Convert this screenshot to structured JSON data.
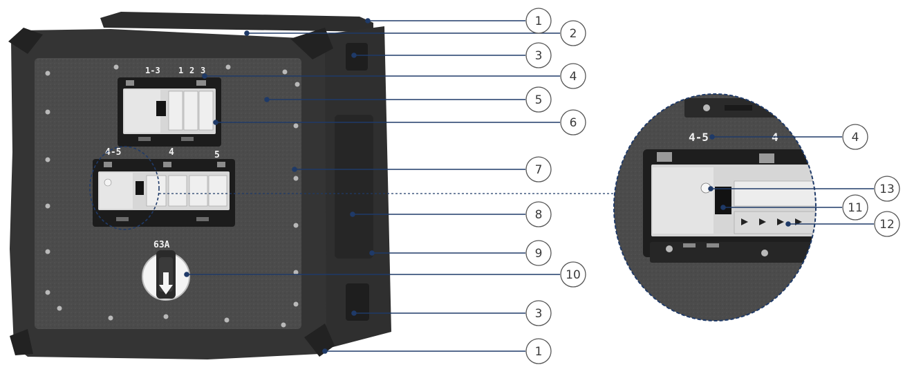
{
  "colors": {
    "leader": "#1f3a68",
    "callout_stroke": "#555555",
    "enclosure": "#3b3b3b",
    "panel": "#4a4a4a",
    "zoom_border": "#1f3a68"
  },
  "panel_labels": {
    "top_group": "1-3",
    "top_1": "1",
    "top_2": "2",
    "top_3": "3",
    "mid_group": "4-5",
    "mid_4": "4",
    "mid_5": "5",
    "rating": "63A"
  },
  "zoom_labels": {
    "group": "4-5",
    "circuit": "4"
  },
  "callouts": {
    "c1_top": "1",
    "c2": "2",
    "c3_top": "3",
    "c4": "4",
    "c5": "5",
    "c6": "6",
    "c7": "7",
    "c8": "8",
    "c9": "9",
    "c10": "10",
    "c3_bottom": "3",
    "c1_bottom": "1",
    "c4_zoom": "4",
    "c13": "13",
    "c11": "11",
    "c12": "12"
  }
}
